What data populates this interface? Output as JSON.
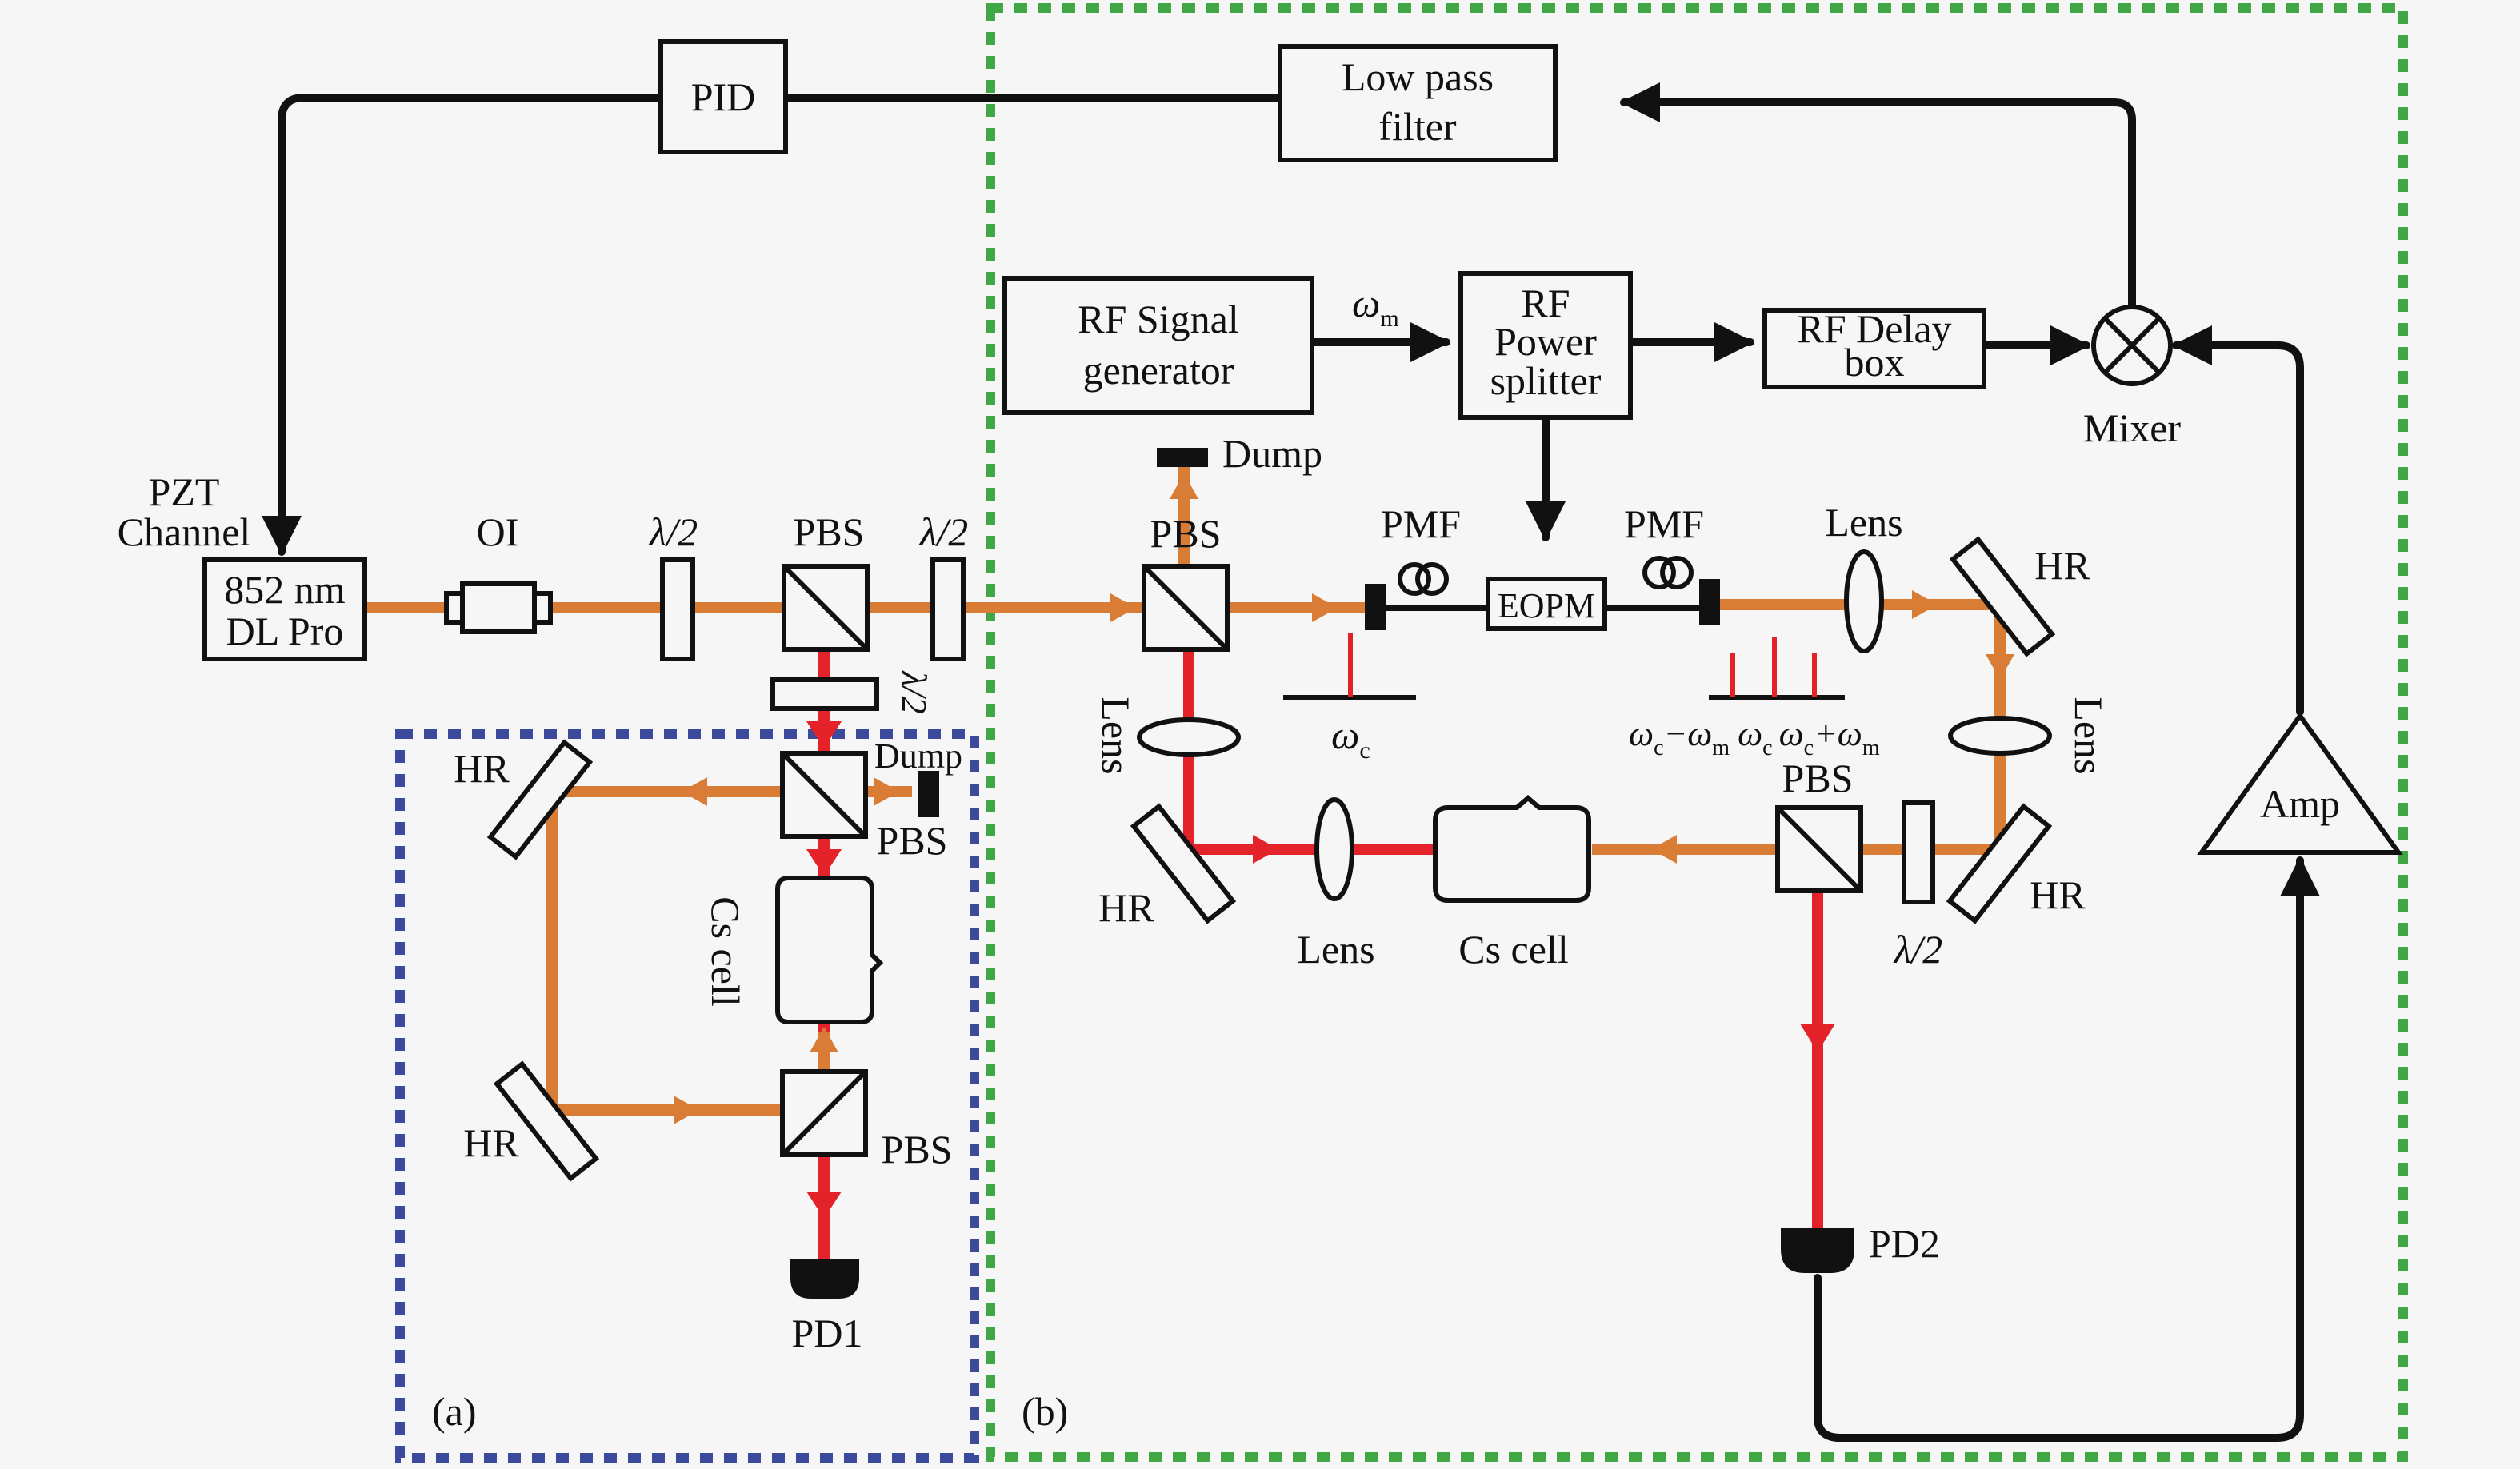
{
  "colors": {
    "beam_orange": "#d97d36",
    "beam_red": "#e3222a",
    "region_a_border": "#3b4a9a",
    "region_b_border": "#3fa844",
    "line": "#111111",
    "background": "#f6f6f6"
  },
  "electronics": {
    "pid": "PID",
    "lowpass_l1": "Low pass",
    "lowpass_l2": "filter",
    "rf_gen_l1": "RF Signal",
    "rf_gen_l2": "generator",
    "splitter_l1": "RF",
    "splitter_l2": "Power",
    "splitter_l3": "splitter",
    "delay_l1": "RF Delay",
    "delay_l2": "box",
    "mixer": "Mixer",
    "amp": "Amp",
    "omega_m": "ω",
    "omega_m_sub": "m"
  },
  "laser": {
    "pzt_l1": "PZT",
    "pzt_l2": "Channel",
    "dl_l1": "852 nm",
    "dl_l2": "DL Pro"
  },
  "optics": {
    "oi": "OI",
    "half_wave": "λ/2",
    "pbs": "PBS",
    "hr": "HR",
    "dump": "Dump",
    "lens": "Lens",
    "cs_cell": "Cs cell",
    "pmf": "PMF",
    "eopm": "EOPM",
    "pd1": "PD1",
    "pd2": "PD2"
  },
  "spectrum": {
    "carrier": "ω",
    "carrier_sub": "c",
    "sideband_lower_a": "ω",
    "sideband_lower_sub_a": "c",
    "sideband_lower_b": "−ω",
    "sideband_lower_sub_b": "m",
    "sideband_center": "ω",
    "sideband_center_sub": "c",
    "sideband_upper_a": "ω",
    "sideband_upper_sub_a": "c",
    "sideband_upper_b": "+ω",
    "sideband_upper_sub_b": "m"
  },
  "regions": {
    "a_label": "(a)",
    "b_label": "(b)"
  }
}
